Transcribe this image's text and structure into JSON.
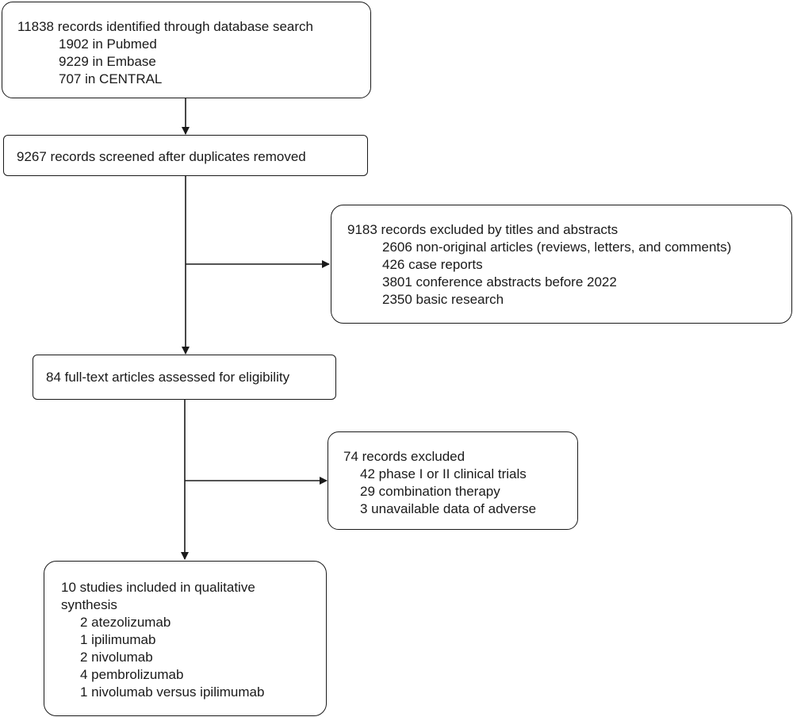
{
  "identified": {
    "title": "11838 records identified through database search",
    "items": [
      "1902 in Pubmed",
      "9229 in Embase",
      "707 in CENTRAL"
    ]
  },
  "screened": {
    "title": "9267 records screened after duplicates removed"
  },
  "excluded_titles": {
    "title": "9183 records excluded by titles and abstracts",
    "items": [
      "2606 non-original articles (reviews, letters, and comments)",
      "426 case reports",
      "3801 conference abstracts before 2022",
      "2350 basic research"
    ]
  },
  "fulltext": {
    "title": "84 full-text articles assessed for eligibility"
  },
  "excluded_fulltext": {
    "title": "74 records excluded",
    "items": [
      "42 phase I or II clinical trials",
      "29 combination therapy",
      "3 unavailable data of adverse"
    ]
  },
  "included": {
    "title_line1": "10 studies included in qualitative",
    "title_line2": "synthesis",
    "items": [
      "2 atezolizumab",
      "1 ipilimumab",
      "2 nivolumab",
      "4 pembrolizumab",
      "1 nivolumab versus ipilimumab"
    ]
  }
}
